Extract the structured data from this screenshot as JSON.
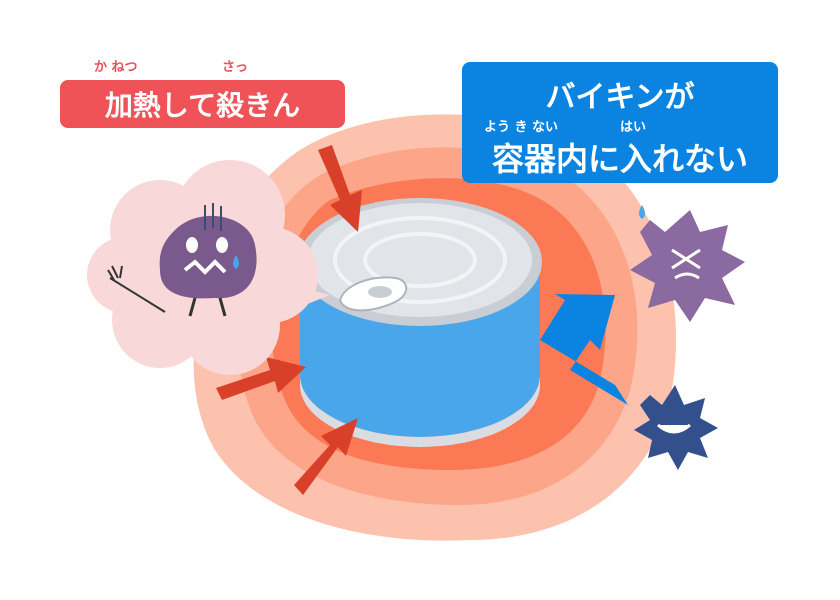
{
  "heat_label": {
    "text": "加熱して殺きん",
    "ruby_kanetsu": "か ねつ",
    "ruby_satsu": "さっ"
  },
  "seal_label": {
    "line1": "バイキンが",
    "line2": "容器内に入れない",
    "ruby_youkinai": "よう き ない",
    "ruby_hai": "はい"
  },
  "colors": {
    "red": "#ef5257",
    "blue": "#0a84e0",
    "can": "#4aa6ea",
    "arrow_red": "#d9402a"
  }
}
